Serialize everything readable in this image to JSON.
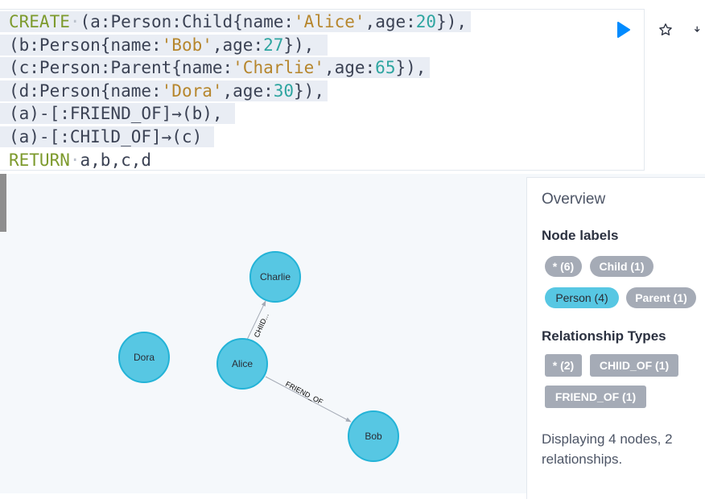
{
  "editor": {
    "lines": [
      [
        {
          "t": "CREATE",
          "c": "kw"
        },
        {
          "t": "·",
          "c": "dot"
        },
        {
          "t": "(a:Person:Child{name:",
          "c": ""
        },
        {
          "t": "'Alice'",
          "c": "str"
        },
        {
          "t": ",age:",
          "c": ""
        },
        {
          "t": "20",
          "c": "num"
        },
        {
          "t": "}),",
          "c": ""
        }
      ],
      [
        {
          "t": "(b:Person{name:",
          "c": ""
        },
        {
          "t": "'Bob'",
          "c": "str"
        },
        {
          "t": ",age:",
          "c": ""
        },
        {
          "t": "27",
          "c": "num"
        },
        {
          "t": "}),",
          "c": ""
        }
      ],
      [
        {
          "t": "(c:Person:Parent{name:",
          "c": ""
        },
        {
          "t": "'Charlie'",
          "c": "str"
        },
        {
          "t": ",age:",
          "c": ""
        },
        {
          "t": "65",
          "c": "num"
        },
        {
          "t": "}),",
          "c": ""
        }
      ],
      [
        {
          "t": "(d:Person{name:",
          "c": ""
        },
        {
          "t": "'Dora'",
          "c": "str"
        },
        {
          "t": ",age:",
          "c": ""
        },
        {
          "t": "30",
          "c": "num"
        },
        {
          "t": "}),",
          "c": ""
        }
      ],
      [
        {
          "t": "(a)-[:FRIEND_OF]→(b),",
          "c": ""
        }
      ],
      [
        {
          "t": "(a)-[:CHIlD_OF]→(c)",
          "c": ""
        }
      ],
      [
        {
          "t": "RETURN",
          "c": "kw"
        },
        {
          "t": "·",
          "c": "dot"
        },
        {
          "t": "a,b,c,d",
          "c": ""
        }
      ]
    ],
    "run_icon": "play-icon",
    "favorite_icon": "star-icon",
    "run_color": "#018bff"
  },
  "graph": {
    "nodes": [
      {
        "id": "charlie",
        "label": "Charlie"
      },
      {
        "id": "dora",
        "label": "Dora"
      },
      {
        "id": "alice",
        "label": "Alice"
      },
      {
        "id": "bob",
        "label": "Bob"
      }
    ],
    "relationships": [
      {
        "from": "alice",
        "to": "charlie",
        "label": "CHIID..."
      },
      {
        "from": "alice",
        "to": "bob",
        "label": "FRIEND_OF"
      }
    ],
    "node_color": "#57c7e3",
    "node_border": "#23b3d7"
  },
  "overview": {
    "title": "Overview",
    "node_labels_heading": "Node labels",
    "node_labels": [
      {
        "label": "* (6)"
      },
      {
        "label": "Child (1)"
      },
      {
        "label": "Person (4)"
      },
      {
        "label": "Parent (1)"
      }
    ],
    "rel_types_heading": "Relationship Types",
    "rel_types": [
      {
        "label": "* (2)"
      },
      {
        "label": "CHIID_OF (1)"
      },
      {
        "label": "FRIEND_OF (1)"
      }
    ],
    "footer": "Displaying 4 nodes, 2 relationships."
  }
}
